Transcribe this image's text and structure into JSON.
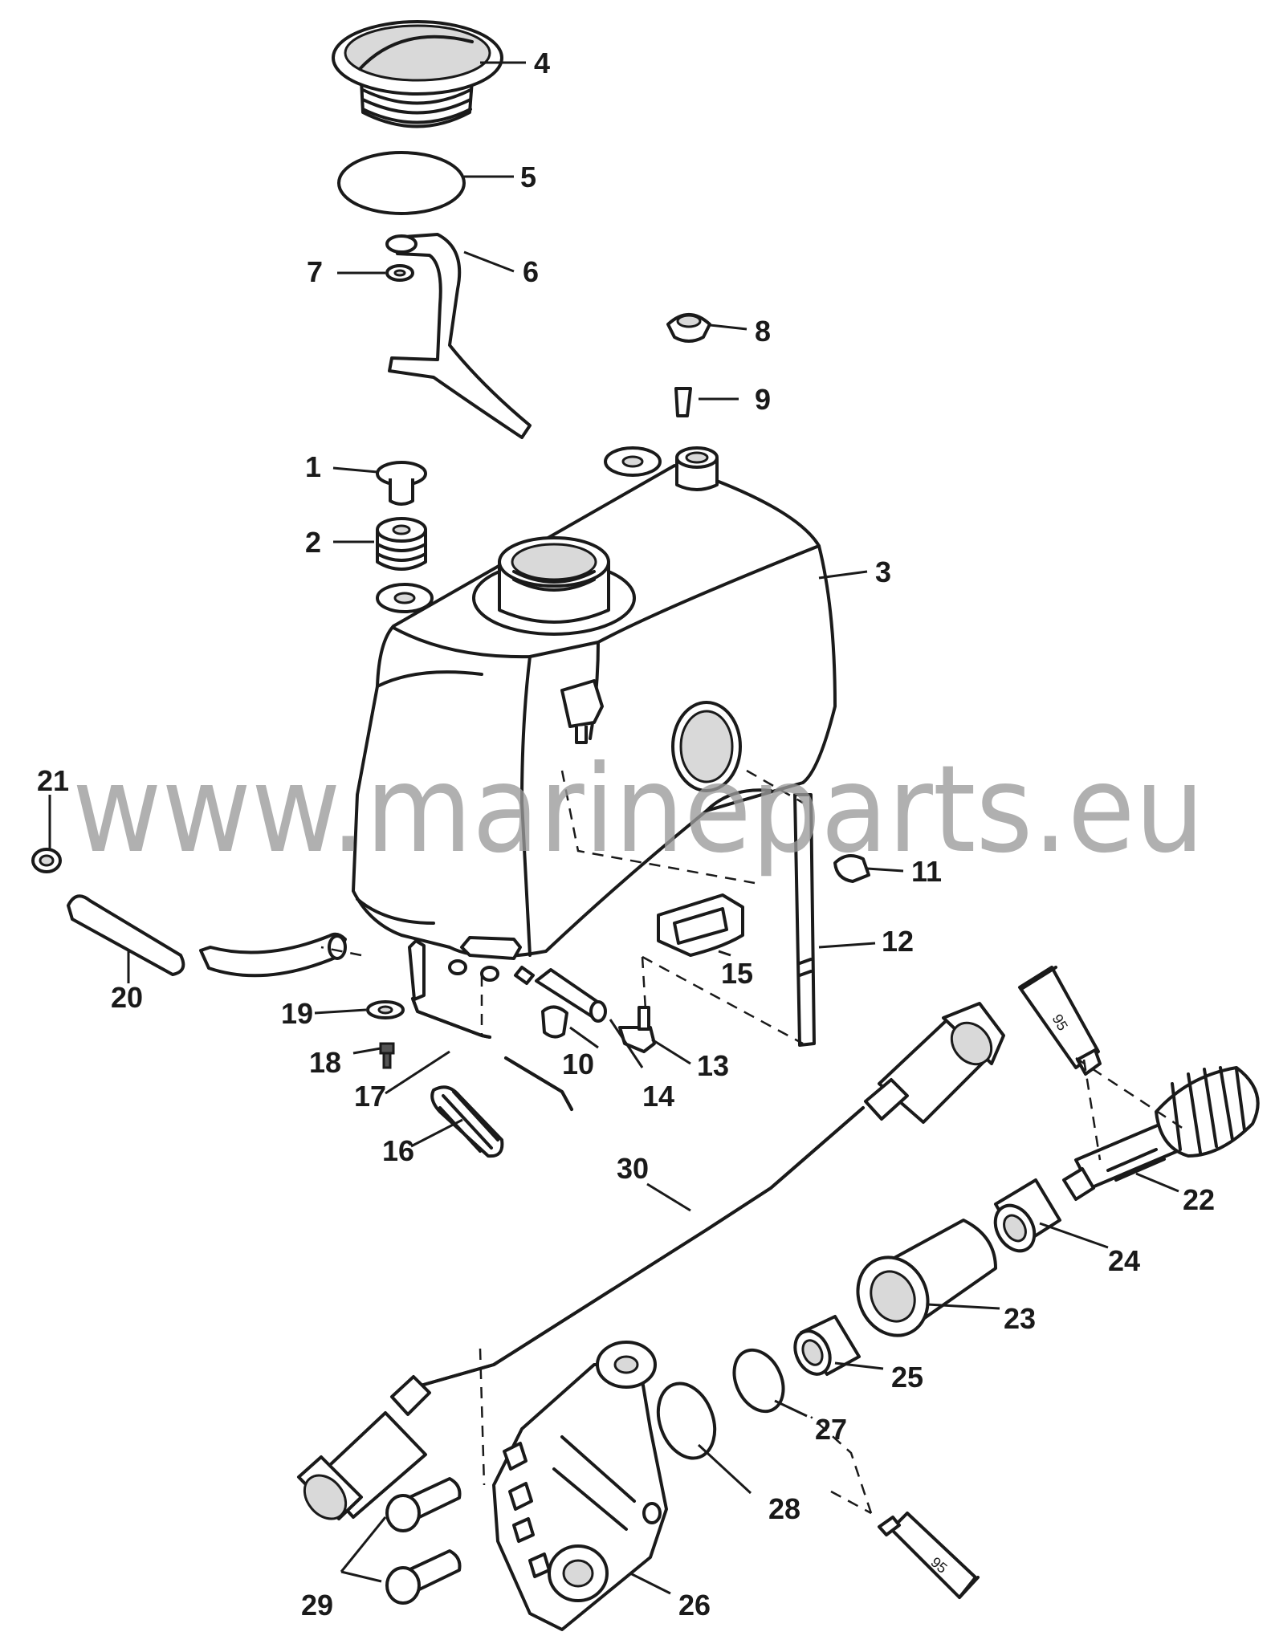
{
  "watermark": "www.marineparts.eu",
  "tube_label": "95",
  "callouts": [
    "1",
    "2",
    "3",
    "4",
    "5",
    "6",
    "7",
    "8",
    "9",
    "10",
    "11",
    "12",
    "13",
    "14",
    "15",
    "16",
    "17",
    "18",
    "19",
    "20",
    "21",
    "22",
    "23",
    "24",
    "25",
    "26",
    "27",
    "28",
    "29",
    "30"
  ]
}
